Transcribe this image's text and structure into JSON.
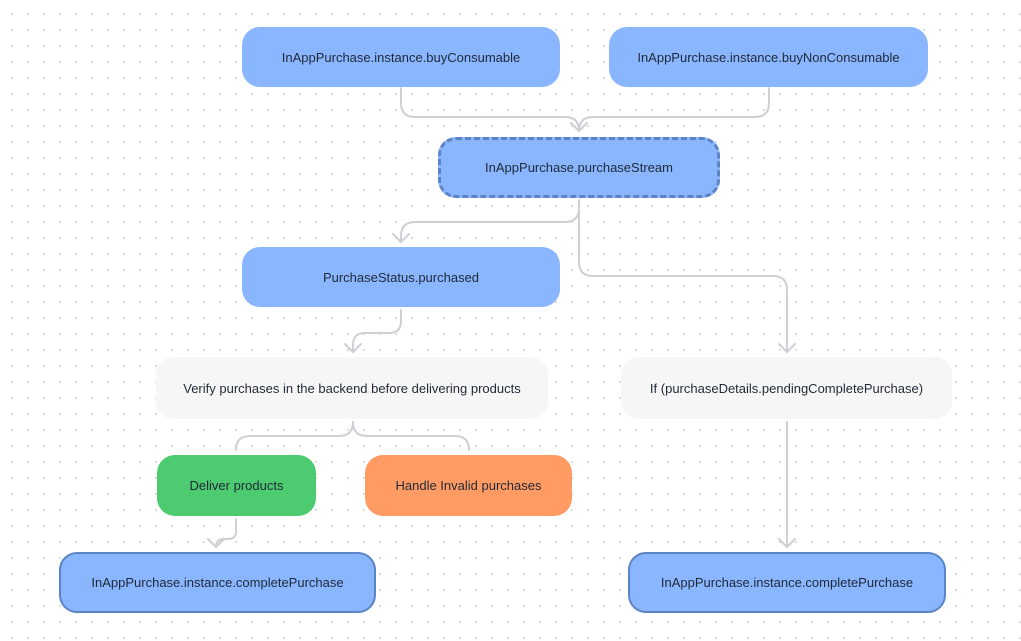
{
  "nodes": {
    "buy_consumable": "InAppPurchase.instance.buyConsumable",
    "buy_non_consumable": "InAppPurchase.instance.buyNonConsumable",
    "purchase_stream": "InAppPurchase.purchaseStream",
    "purchase_status": "PurchaseStatus.purchased",
    "verify": "Verify purchases in the backend before delivering products",
    "pending_check": "If (purchaseDetails.pendingCompletePurchase)",
    "deliver": "Deliver products",
    "handle_invalid": "Handle Invalid purchases",
    "complete_left": "InAppPurchase.instance.completePurchase",
    "complete_right": "InAppPurchase.instance.completePurchase"
  },
  "colors": {
    "blue_fill": "#8ab6ff",
    "blue_border": "#5b84c6",
    "gray_fill": "#f6f6f7",
    "green_fill": "#4ccb70",
    "orange_fill": "#ff9b63",
    "connector": "#cfcfd4"
  }
}
